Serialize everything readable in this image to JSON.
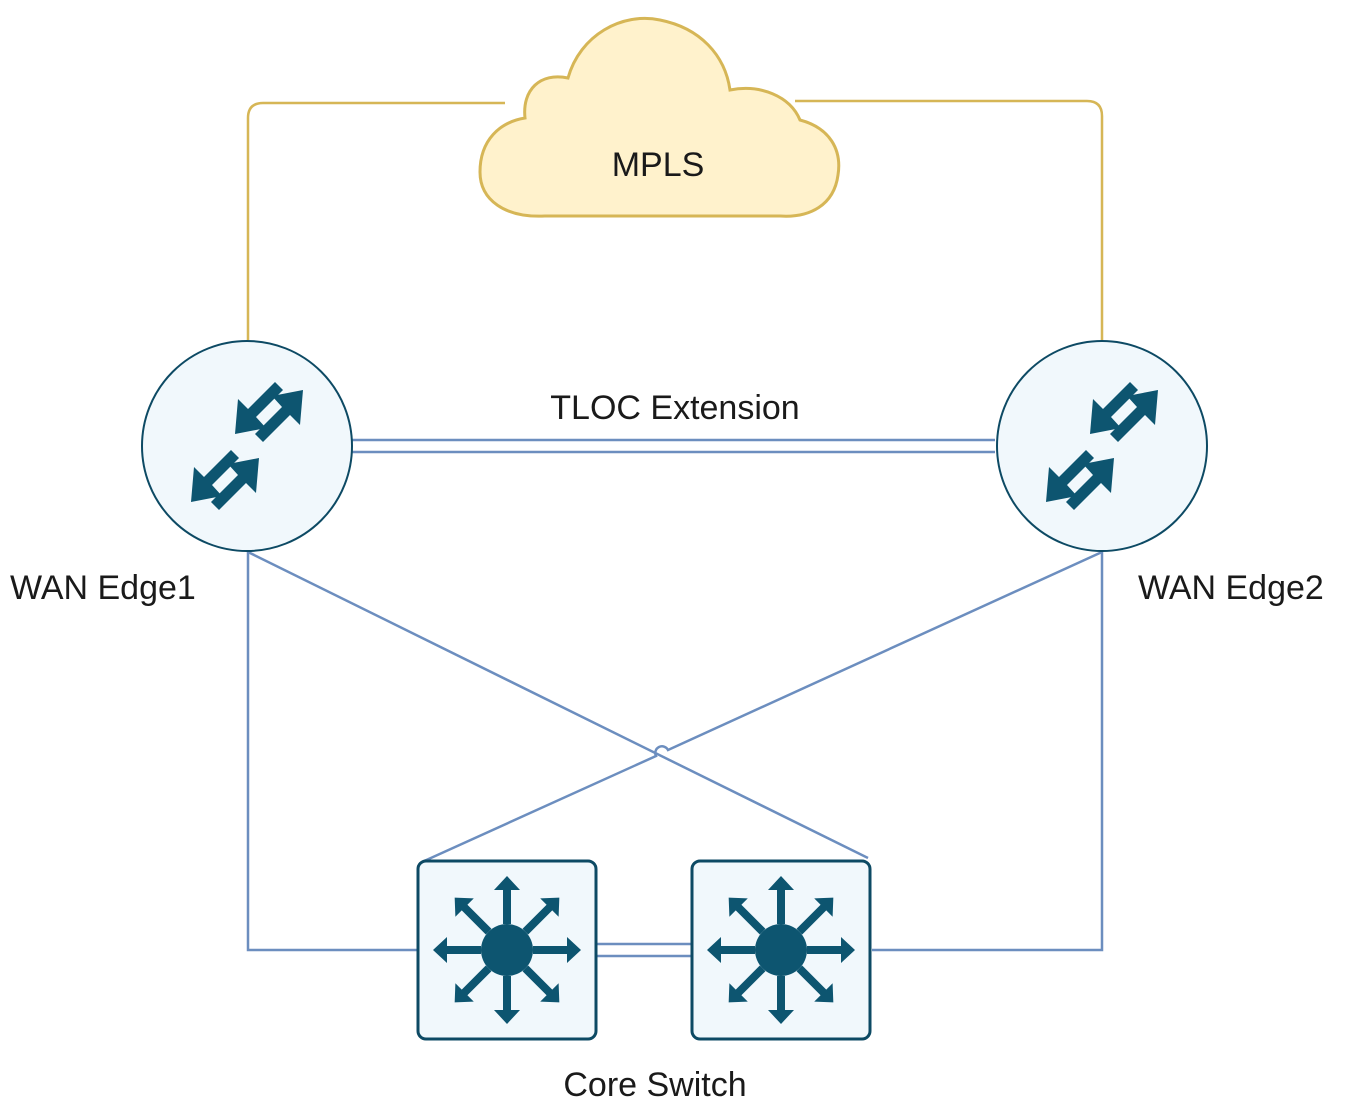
{
  "cloud": {
    "label": "MPLS"
  },
  "tloc_link": {
    "label": "TLOC Extension"
  },
  "routers": [
    {
      "label": "WAN Edge1",
      "icon": "router-icon"
    },
    {
      "label": "WAN Edge2",
      "icon": "router-icon"
    }
  ],
  "core": {
    "label": "Core Switch",
    "icon": "layer3-switch-icon"
  },
  "colors": {
    "mpls_link": "#d6b656",
    "cloud_fill": "#fff2cc",
    "lan_link": "#6c8ebf",
    "device_fill": "#f1f8fc",
    "device_stroke": "#0d4a64",
    "icon_color": "#0d5570"
  }
}
